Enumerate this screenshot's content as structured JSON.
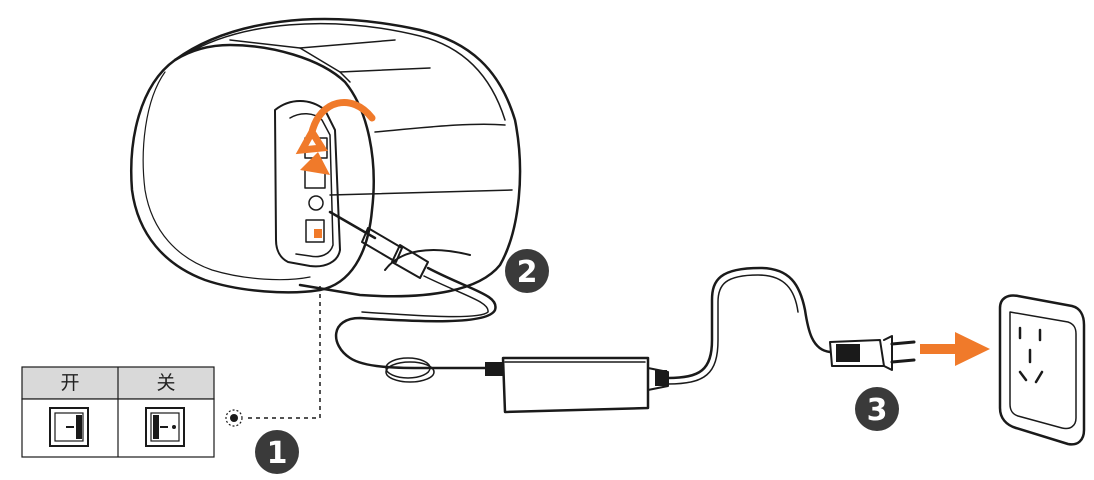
{
  "steps": [
    {
      "number": "1"
    },
    {
      "number": "2"
    },
    {
      "number": "3"
    }
  ],
  "switch_table": {
    "on_label": "开",
    "off_label": "关"
  },
  "colors": {
    "accent_arrow": "#f07a2a",
    "step_badge": "#3a3a3a",
    "table_header": "#d9d9d9",
    "line": "#1a1a1a"
  }
}
